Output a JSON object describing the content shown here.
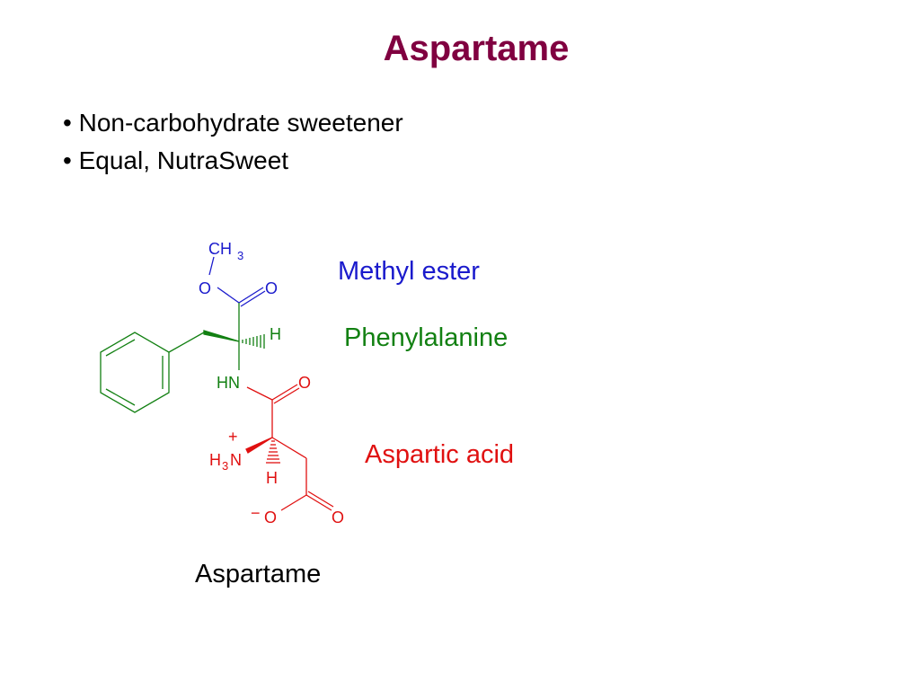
{
  "slide": {
    "title": "Aspartame",
    "bullets": [
      "Non-carbohydrate sweetener",
      "Equal, NutraSweet"
    ],
    "caption": "Aspartame"
  },
  "labels": {
    "methyl_ester": "Methyl ester",
    "phenylalanine": "Phenylalanine",
    "aspartic_acid": "Aspartic acid"
  },
  "atoms": {
    "ch3_c": "CH",
    "ch3_sub": "3",
    "ester_o": "O",
    "carbonyl_o1": "O",
    "phe_h": "H",
    "amide_hn": "HN",
    "carbonyl_o2": "O",
    "plus": "+",
    "h3n_h": "H",
    "h3n_sub": "3",
    "h3n_n": "N",
    "asp_h": "H",
    "minus": "−",
    "carboxylate_o": "O",
    "carbonyl_o3": "O"
  },
  "colors": {
    "title": "#800040",
    "methyl_ester": "#1a1acc",
    "phenylalanine": "#128012",
    "aspartic_acid": "#e01010"
  }
}
